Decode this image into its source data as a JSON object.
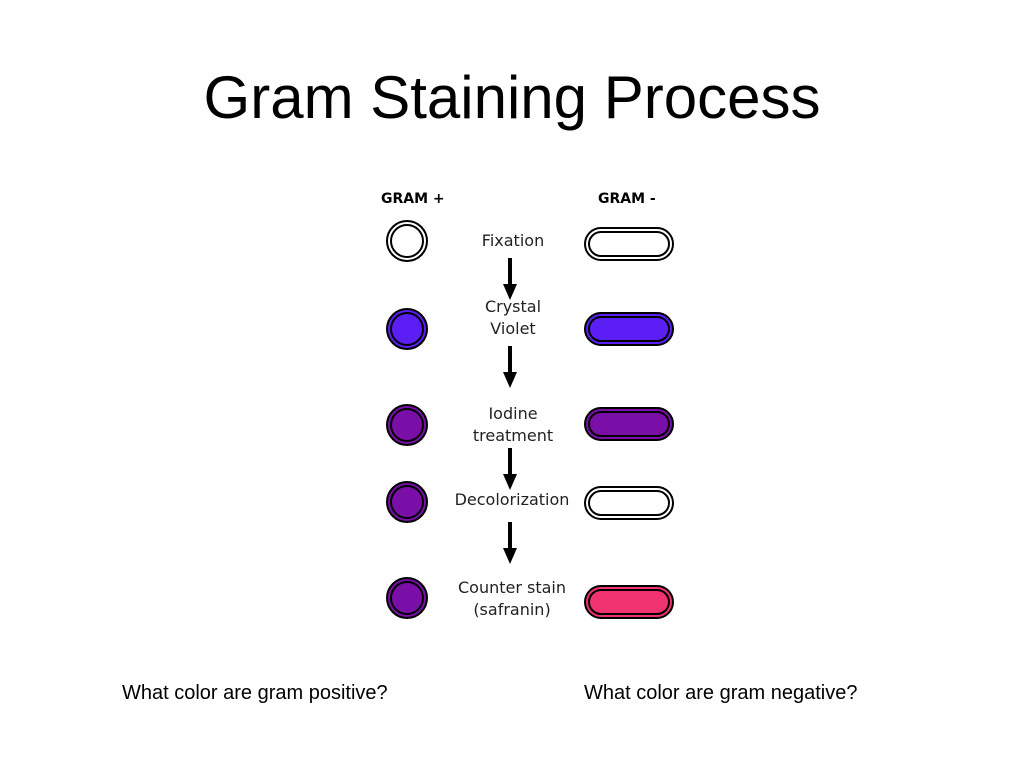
{
  "title": "Gram Staining Process",
  "columns": {
    "positive": "GRAM +",
    "negative": "GRAM -"
  },
  "steps": [
    {
      "label_lines": [
        "Fixation"
      ],
      "positive_color": "#ffffff",
      "negative_color": "#ffffff"
    },
    {
      "label_lines": [
        "Crystal",
        "Violet"
      ],
      "positive_color": "#5b1ff5",
      "negative_color": "#5b1ff5"
    },
    {
      "label_lines": [
        "Iodine",
        "treatment"
      ],
      "positive_color": "#7a0fa8",
      "negative_color": "#7a0fa8"
    },
    {
      "label_lines": [
        "Decolorization"
      ],
      "positive_color": "#7a0fa8",
      "negative_color": "#ffffff"
    },
    {
      "label_lines": [
        "Counter stain",
        "(safranin)"
      ],
      "positive_color": "#7a0fa8",
      "negative_color": "#f0326e"
    }
  ],
  "questions": {
    "positive": "What color are gram positive?",
    "negative": "What color are gram negative?"
  }
}
